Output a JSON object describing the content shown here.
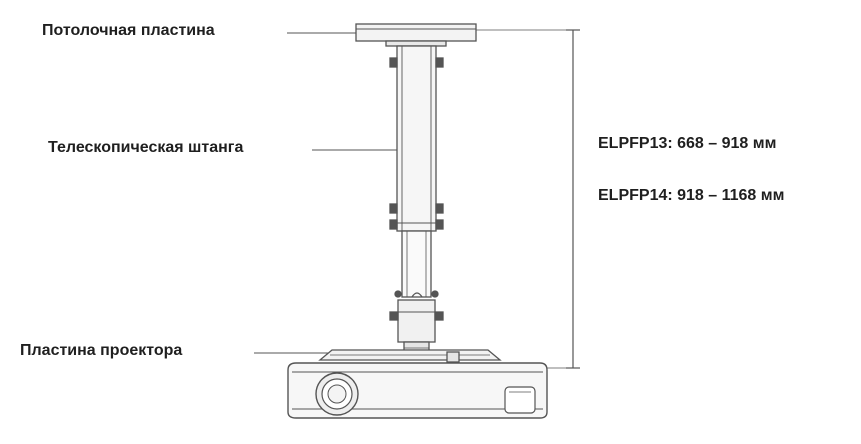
{
  "labels": {
    "ceiling_plate": "Потолочная пластина",
    "telescopic_rod": "Телескопическая штанга",
    "projector_plate": "Пластина проектора"
  },
  "specs": [
    {
      "model": "ELPFP13",
      "range": "668 – 918 мм"
    },
    {
      "model": "ELPFP14",
      "range": "918 – 1168 мм"
    }
  ],
  "spec_lines": {
    "elpfp13": "ELPFP13: 668 – 918 мм",
    "elpfp14": "ELPFP14: 918 – 1168 мм"
  },
  "colors": {
    "line": "#555555",
    "fill_light": "#f2f2f2",
    "fill_mid": "#d9d9d9",
    "background": "#ffffff"
  }
}
